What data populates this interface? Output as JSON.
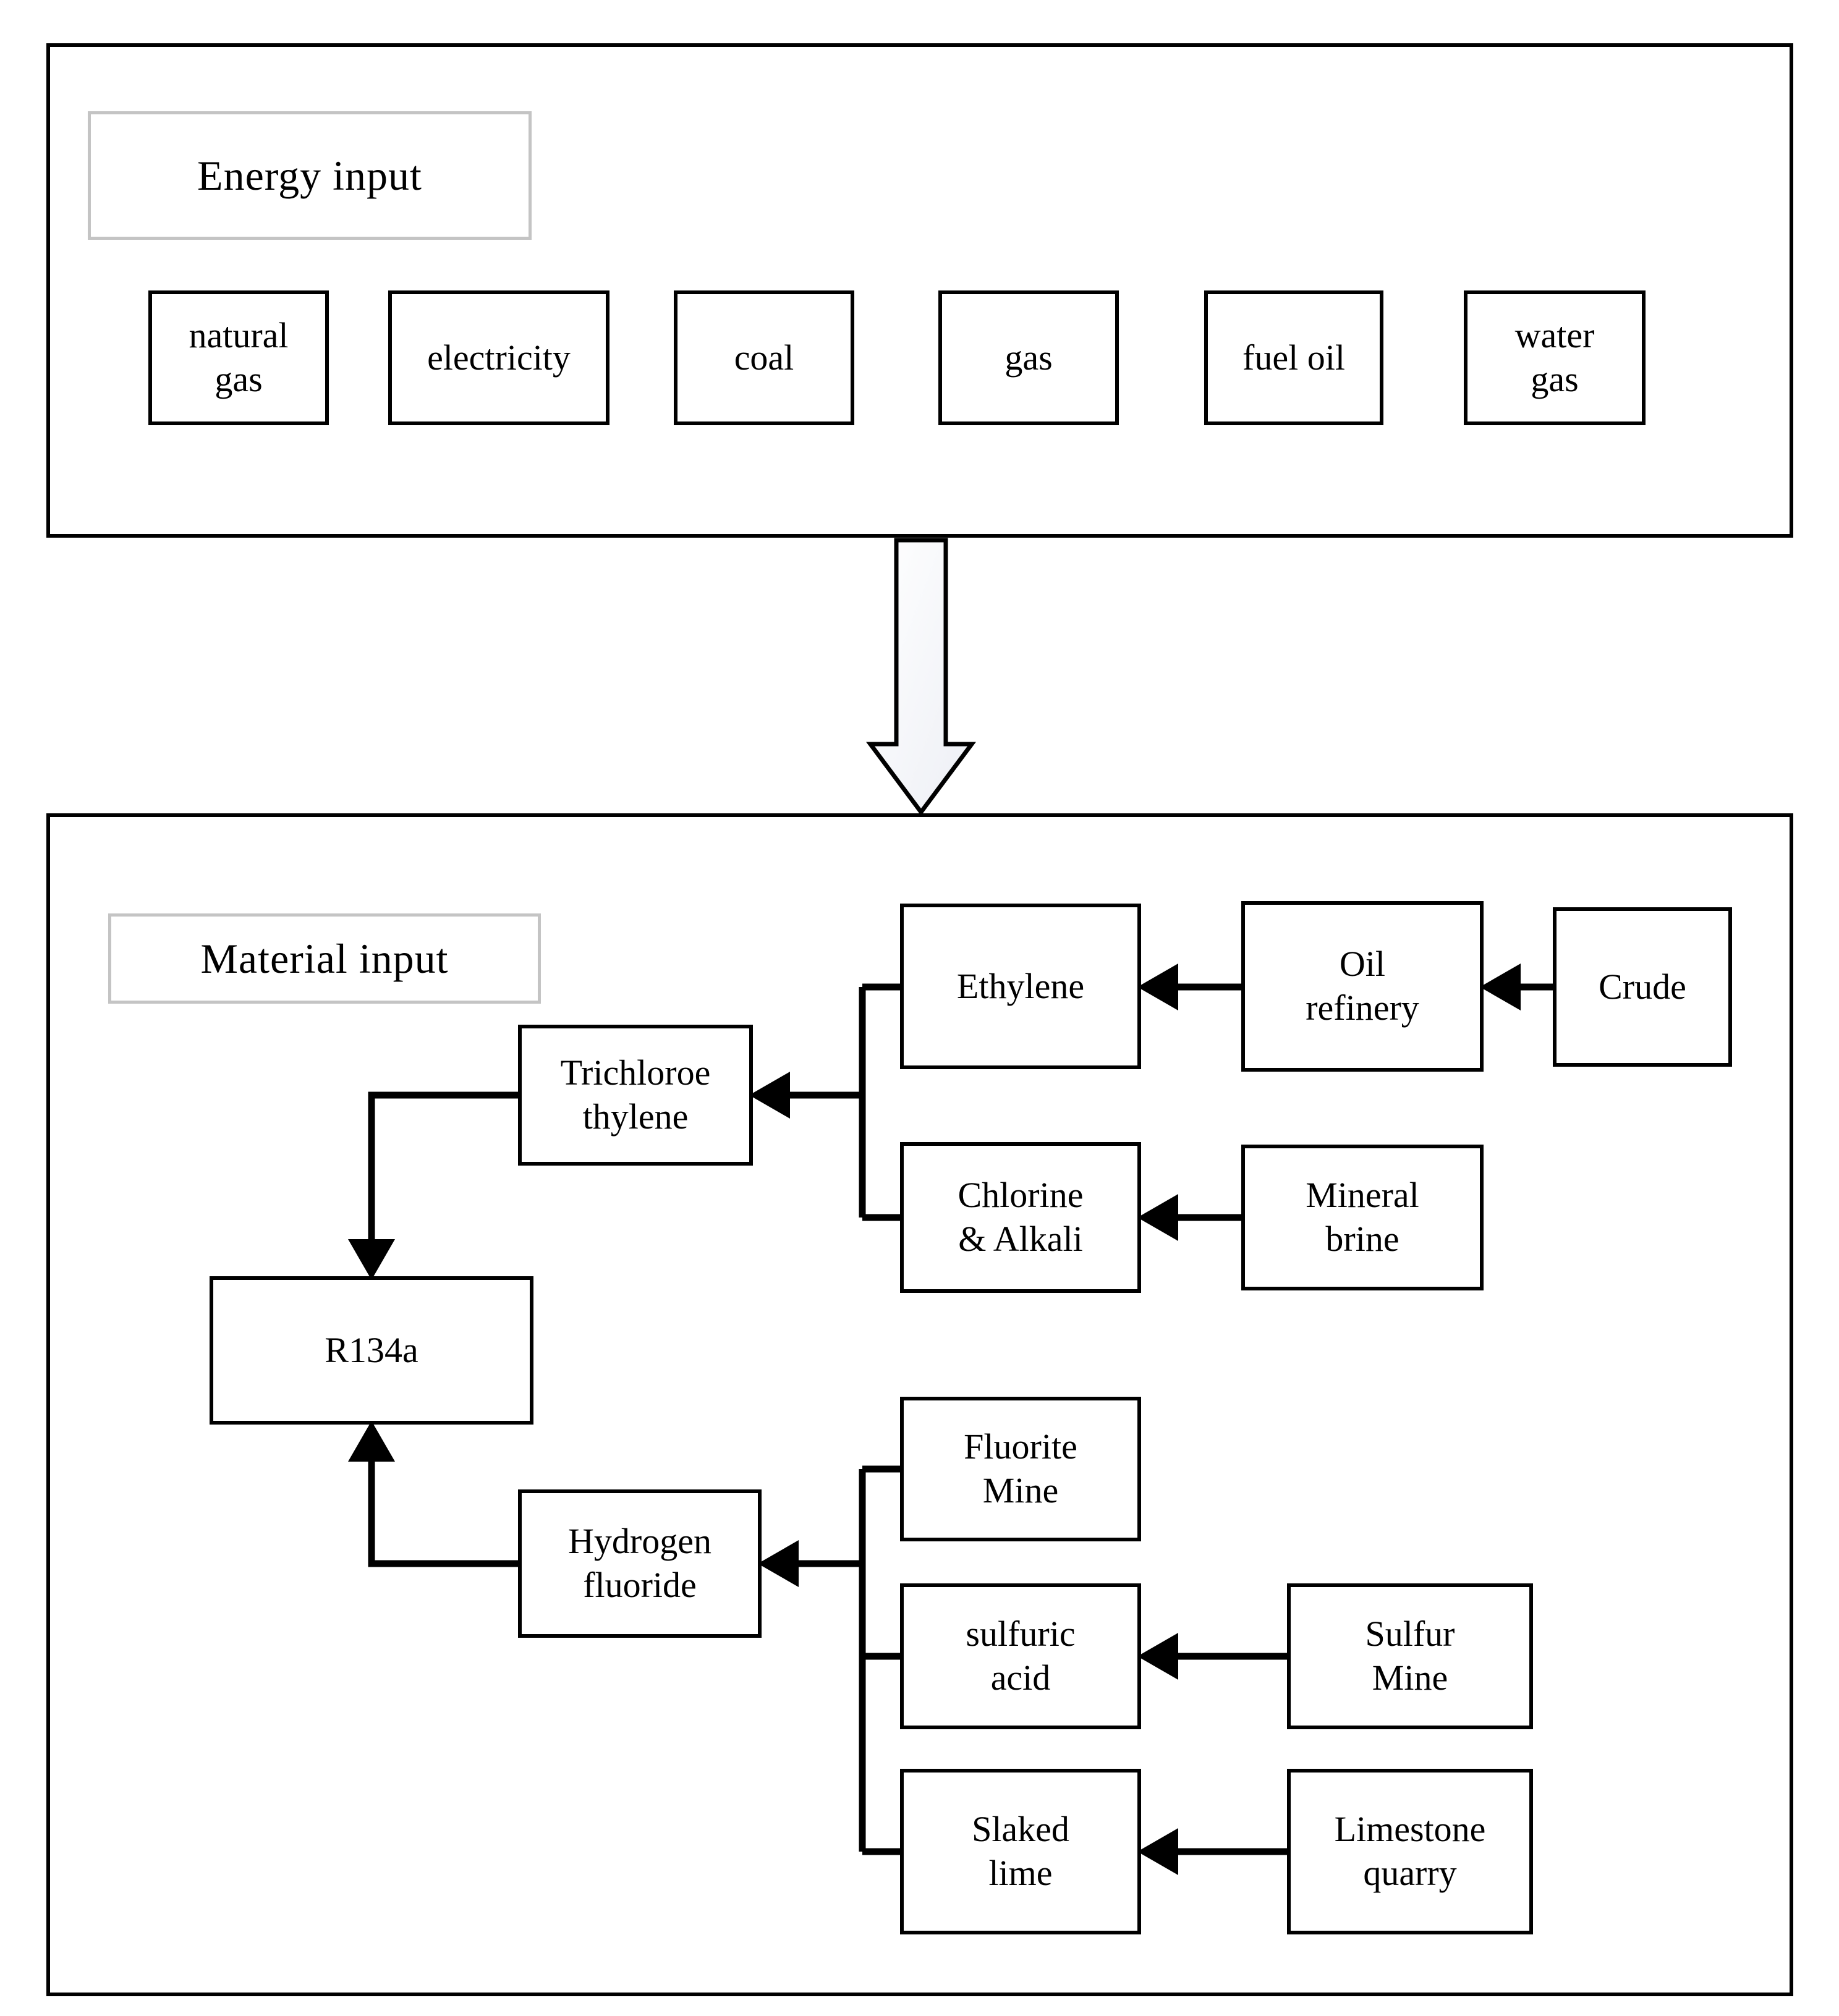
{
  "energy_panel": {
    "label": "Energy input",
    "items": [
      {
        "label": "natural\ngas"
      },
      {
        "label": "electricity"
      },
      {
        "label": "coal"
      },
      {
        "label": "gas"
      },
      {
        "label": "fuel oil"
      },
      {
        "label": "water\ngas"
      }
    ]
  },
  "flow_arrow": {
    "meaning": "energy flows into material production"
  },
  "material_panel": {
    "label": "Material input",
    "nodes": {
      "ethylene": {
        "label": "Ethylene"
      },
      "oil_refinery": {
        "label": "Oil\nrefinery"
      },
      "crude": {
        "label": "Crude"
      },
      "trichloroethylene": {
        "label": "Trichloroe\nthylene"
      },
      "chlorine_alkali": {
        "label": "Chlorine\n& Alkali"
      },
      "mineral_brine": {
        "label": "Mineral\nbrine"
      },
      "r134a": {
        "label": "R134a"
      },
      "fluorite_mine": {
        "label": "Fluorite\nMine"
      },
      "hydrogen_fluoride": {
        "label": "Hydrogen\nfluoride"
      },
      "sulfuric_acid": {
        "label": "sulfuric\nacid"
      },
      "sulfur_mine": {
        "label": "Sulfur\nMine"
      },
      "slaked_lime": {
        "label": "Slaked\nlime"
      },
      "limestone_quarry": {
        "label": "Limestone\nquarry"
      }
    },
    "edges": [
      "Crude -> Oil refinery",
      "Oil refinery -> Ethylene",
      "Ethylene -> Trichloroethylene",
      "Chlorine & Alkali -> Trichloroethylene",
      "Mineral brine -> Chlorine & Alkali",
      "Trichloroethylene -> R134a",
      "Fluorite Mine -> Hydrogen fluoride",
      "sulfuric acid -> Hydrogen fluoride",
      "Slaked lime -> Hydrogen fluoride",
      "Sulfur Mine -> sulfuric acid",
      "Limestone quarry -> Slaked lime",
      "Hydrogen fluoride -> R134a"
    ]
  },
  "colors": {
    "background": "#ffffff",
    "line": "#000000",
    "node_border": "#000000",
    "label_box_border": "#c4c4c4",
    "arrow_fill_top": "#ffffff",
    "arrow_fill_bottom": "#edeff5"
  }
}
